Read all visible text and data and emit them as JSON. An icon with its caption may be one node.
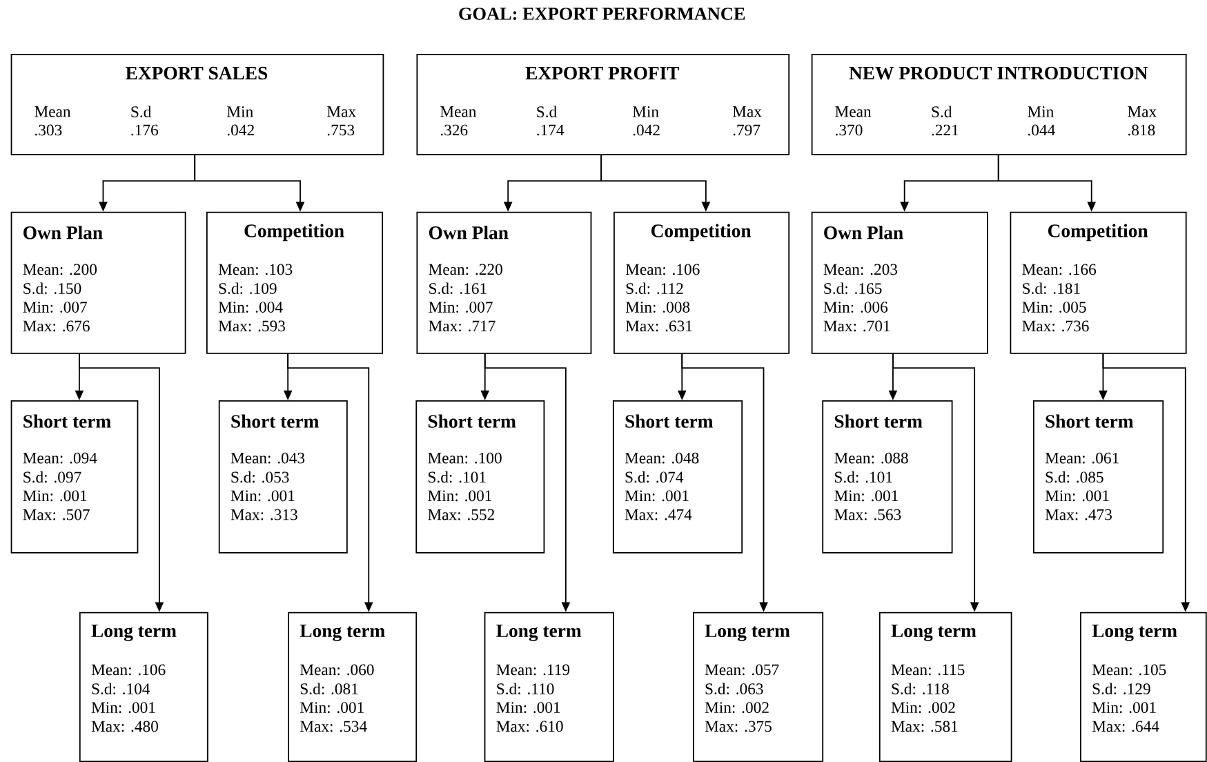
{
  "diagram": {
    "title": "GOAL: EXPORT PERFORMANCE",
    "nodes": [
      {
        "text": [
          "EXPORT SALES",
          "Mean",
          ".303",
          "S.d",
          ".176",
          "Min",
          ".042",
          "Max",
          ".753"
        ]
      },
      {
        "text": [
          "EXPORT PROFIT",
          "Mean",
          ".326",
          "S.d",
          ".174",
          "Min",
          ".042",
          "Max",
          ".797"
        ]
      },
      {
        "text": [
          "NEW PRODUCT INTRODUCTION",
          "Mean",
          ".370",
          "S.d",
          ".221",
          "Min",
          ".044",
          "Max",
          ".818"
        ]
      },
      {
        "text": [
          "Own Plan",
          "Mean: .200",
          "S.d: .150",
          "Min: .007",
          "Max: .676"
        ]
      },
      {
        "text": [
          "Competition",
          "Mean: .103",
          "S.d: .109",
          "Min: .004",
          "Max: .593"
        ]
      },
      {
        "text": [
          "Own Plan",
          "Mean: .220",
          "S.d: .161",
          "Min: .007",
          "Max: .717"
        ]
      },
      {
        "text": [
          "Competition",
          "Mean: .106",
          "S.d: .112",
          "Min: .008",
          "Max: .631"
        ]
      },
      {
        "text": [
          "Own Plan",
          "Mean: .203",
          "S.d: .165",
          "Min: .006",
          "Max: .701"
        ]
      },
      {
        "text": [
          "Competition",
          "Mean: .166",
          "S.d: .181",
          "Min: .005",
          "Max: .736"
        ]
      },
      {
        "text": [
          "Short term",
          "Mean: .094",
          "S.d: .097",
          "Min: .001",
          "Max: .507"
        ]
      },
      {
        "text": [
          "Short term",
          "Mean: .043",
          "S.d: .053",
          "Min: .001",
          "Max: .313"
        ]
      },
      {
        "text": [
          "Short term",
          "Mean: .100",
          "S.d: .101",
          "Min: .001",
          "Max: .552"
        ]
      },
      {
        "text": [
          "Short term",
          "Mean: .048",
          "S.d: .074",
          "Min: .001",
          "Max: .474"
        ]
      },
      {
        "text": [
          "Short term",
          "Mean: .088",
          "S.d: .101",
          "Min: .001",
          "Max: .563"
        ]
      },
      {
        "text": [
          "Short term",
          "Mean: .061",
          "S.d: .085",
          "Min: .001",
          "Max: .473"
        ]
      },
      {
        "text": [
          "Long term",
          "Mean: .106",
          "S.d: .104",
          "Min: .001",
          "Max: .480"
        ]
      },
      {
        "text": [
          "Long term",
          "Mean: .060",
          "S.d: .081",
          "Min: .001",
          "Max: .534"
        ]
      },
      {
        "text": [
          "Long term",
          "Mean: .119",
          "S.d: .110",
          "Min: .001",
          "Max: .610"
        ]
      },
      {
        "text": [
          "Long term",
          "Mean: .057",
          "S.d: .063",
          "Min: .002",
          "Max: .375"
        ]
      },
      {
        "text": [
          "Long term",
          "Mean: .115",
          "S.d: .118",
          "Min: .002",
          "Max: .581"
        ]
      },
      {
        "text": [
          "Long term",
          "Mean: .105",
          "S.d: .129",
          "Min: .001",
          "Max: .644"
        ]
      }
    ],
    "edges": [
      {
        "from": 0,
        "to": 3,
        "arrow": "to"
      },
      {
        "from": 0,
        "to": 4,
        "arrow": "to"
      },
      {
        "from": 1,
        "to": 5,
        "arrow": "to"
      },
      {
        "from": 1,
        "to": 6,
        "arrow": "to"
      },
      {
        "from": 2,
        "to": 7,
        "arrow": "to"
      },
      {
        "from": 2,
        "to": 8,
        "arrow": "to"
      },
      {
        "from": 3,
        "to": 9,
        "arrow": "to"
      },
      {
        "from": 3,
        "to": 15,
        "arrow": "to"
      },
      {
        "from": 4,
        "to": 10,
        "arrow": "to"
      },
      {
        "from": 4,
        "to": 16,
        "arrow": "to"
      },
      {
        "from": 5,
        "to": 11,
        "arrow": "to"
      },
      {
        "from": 5,
        "to": 17,
        "arrow": "to"
      },
      {
        "from": 6,
        "to": 12,
        "arrow": "to"
      },
      {
        "from": 6,
        "to": 18,
        "arrow": "to"
      },
      {
        "from": 7,
        "to": 13,
        "arrow": "to"
      },
      {
        "from": 7,
        "to": 19,
        "arrow": "to"
      },
      {
        "from": 8,
        "to": 14,
        "arrow": "to"
      },
      {
        "from": 8,
        "to": 20,
        "arrow": "to"
      }
    ]
  }
}
